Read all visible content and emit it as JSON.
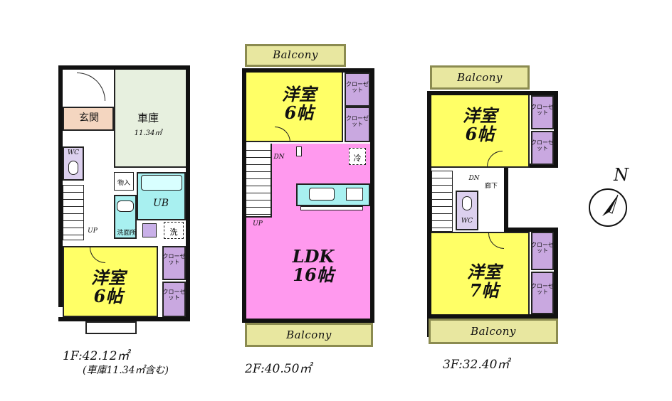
{
  "floor1": {
    "genkan": "玄関",
    "garage": "車庫",
    "garage_area": "11.34㎡",
    "wc": "WC",
    "storage": "物入",
    "ub": "UB",
    "washroom": "洗面所",
    "laundry": "洗",
    "up": "UP",
    "room_name": "洋室",
    "room_size": "6帖",
    "closet": "クローゼット",
    "area": "1F:42.12㎡",
    "area_note": "(車庫11.34㎡含む)"
  },
  "floor2": {
    "balcony_top": "Balcony",
    "balcony_bottom": "Balcony",
    "room_name": "洋室",
    "room_size": "6帖",
    "closet": "クローゼット",
    "dn": "DN",
    "up": "UP",
    "fridge": "冷",
    "ldk_name": "LDK",
    "ldk_size": "16帖",
    "area": "2F:40.50㎡"
  },
  "floor3": {
    "balcony_top": "Balcony",
    "balcony_bottom": "Balcony",
    "room1_name": "洋室",
    "room1_size": "6帖",
    "room2_name": "洋室",
    "room2_size": "7帖",
    "closet": "クローゼット",
    "dn": "DN",
    "hall": "廊下",
    "wc": "WC",
    "area": "3F:32.40㎡"
  },
  "compass": {
    "label": "N"
  },
  "colors": {
    "bedroom": "#ffff66",
    "garage": "#e7f0df",
    "ldk": "#ff99ee",
    "bath": "#a8f0f0",
    "closet": "#c9a8e0",
    "balcony": "#e8e7a0"
  }
}
